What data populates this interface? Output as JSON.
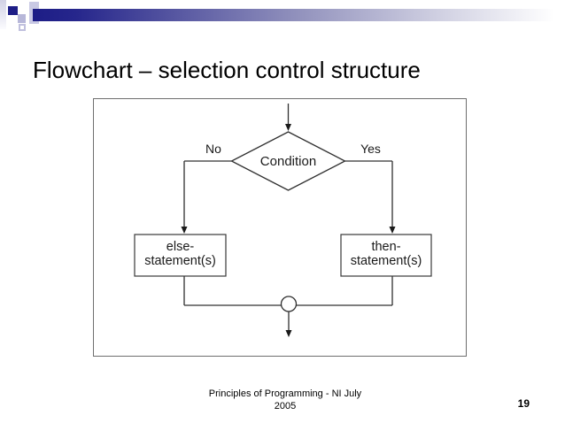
{
  "slide": {
    "title": "Flowchart – selection control structure",
    "footer_line1": "Principles of Programming - NI July",
    "footer_line2": "2005",
    "page_number": "19"
  },
  "flowchart": {
    "condition_label": "Condition",
    "no_label": "No",
    "yes_label": "Yes",
    "else_box_line1": "else-",
    "else_box_line2": "statement(s)",
    "then_box_line1": "then-",
    "then_box_line2": "statement(s)"
  },
  "colors": {
    "accent_navy": "#1e1e87",
    "flow_line": "#303030",
    "frame_border": "#6e6e6e"
  }
}
